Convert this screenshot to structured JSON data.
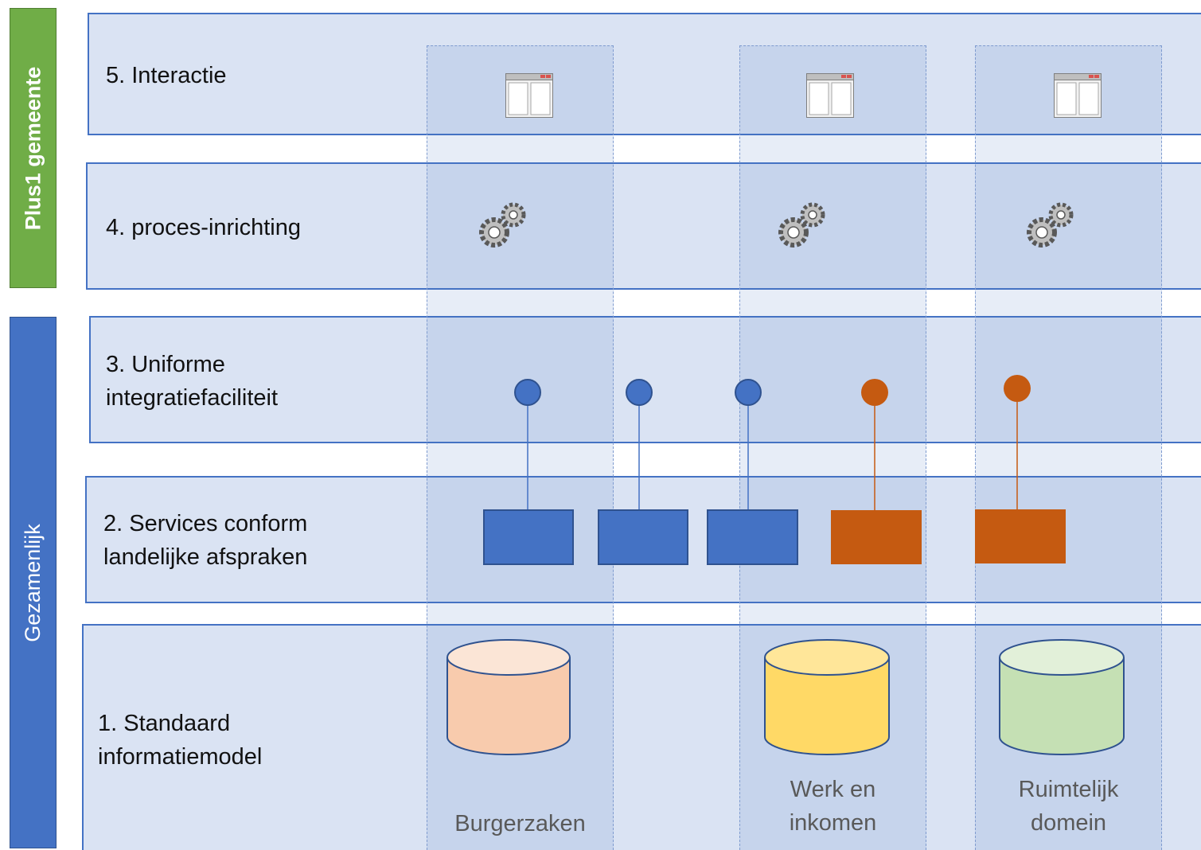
{
  "side_labels": {
    "top": "Plus1 gemeente",
    "bottom": "Gezamenlijk"
  },
  "layers": [
    {
      "id": "layer-5",
      "lines": [
        "5. Interactie"
      ]
    },
    {
      "id": "layer-4",
      "lines": [
        "4. proces-inrichting"
      ]
    },
    {
      "id": "layer-3",
      "lines": [
        "3. Uniforme",
        "integratiefaciliteit"
      ]
    },
    {
      "id": "layer-2",
      "lines": [
        "2. Services conform",
        "landelijke afspraken"
      ]
    },
    {
      "id": "layer-1",
      "lines": [
        "1. Standaard",
        "informatiemodel"
      ]
    }
  ],
  "domains": [
    {
      "lines": [
        "Burgerzaken"
      ],
      "db_color": "#f8cbad"
    },
    {
      "lines": [
        "Werk en",
        "inkomen"
      ],
      "db_color": "#ffd966"
    },
    {
      "lines": [
        "Ruimtelijk",
        "domein"
      ],
      "db_color": "#c5e0b4"
    }
  ],
  "colors": {
    "blue": "#4472c4",
    "orange": "#c55a11",
    "layer_fill": "#dae3f3",
    "green": "#70ad47"
  },
  "icons": {
    "interaction": "application-window-icon",
    "process": "gears-icon"
  }
}
